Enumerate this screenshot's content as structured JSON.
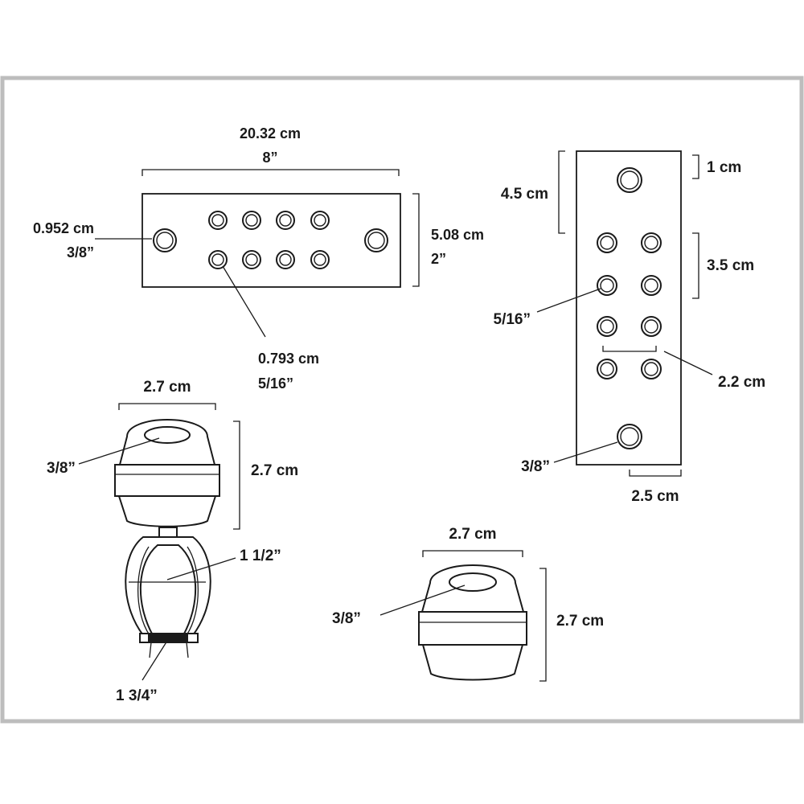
{
  "plate_horizontal": {
    "width_cm": "20.32 cm",
    "width_in": "8”",
    "height_cm": "5.08 cm",
    "height_in": "2”",
    "end_hole_cm": "0.952 cm",
    "end_hole_in": "3/8”",
    "small_hole_cm": "0.793 cm",
    "small_hole_in": "5/16”"
  },
  "plate_vertical": {
    "top_offset": "1 cm",
    "top_span": "4.5 cm",
    "row_span": "3.5 cm",
    "small_hole": "5/16”",
    "hole_pitch": "2.2 cm",
    "bottom_hole": "3/8”",
    "bottom_width": "2.5 cm"
  },
  "knob_clamp": {
    "width": "2.7 cm",
    "height": "2.7 cm",
    "bore": "3/8”",
    "pipe_upper": "1 1/2”",
    "pipe_lower": "1 3/4”"
  },
  "knob_single": {
    "width": "2.7 cm",
    "height": "2.7 cm",
    "bore": "3/8”"
  }
}
